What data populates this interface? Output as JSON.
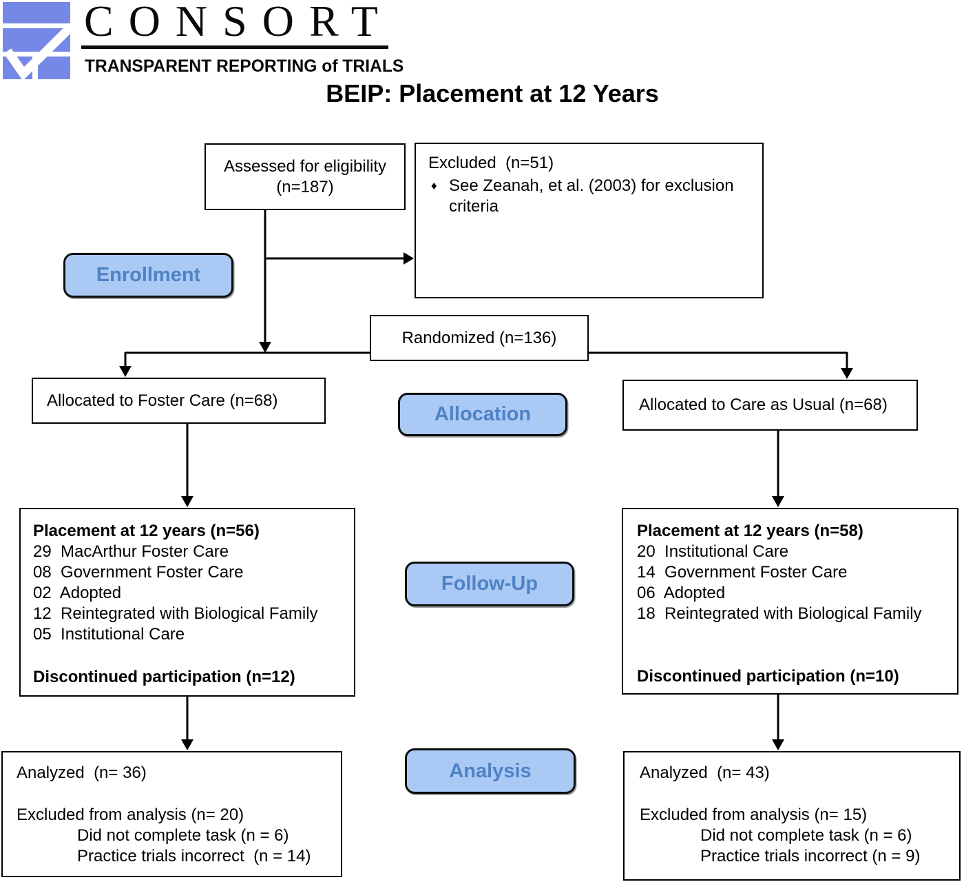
{
  "header": {
    "logo": {
      "brand": "CONSORT",
      "tagline": "TRANSPARENT REPORTING of TRIALS",
      "icon": "consort-checkmark-icon",
      "logo_blue": "#7688e5"
    },
    "title": "BEIP: Placement at 12 Years"
  },
  "stage_labels": {
    "enrollment": "Enrollment",
    "allocation": "Allocation",
    "followup": "Follow-Up",
    "analysis": "Analysis",
    "fill_color": "#aac9f4",
    "text_color": "#4e82c4"
  },
  "boxes": {
    "assessed": {
      "line1": "Assessed for eligibility",
      "line2": "(n=187)"
    },
    "excluded": {
      "title": "Excluded  (n=51)",
      "bullet": "♦",
      "item": "See Zeanah, et al. (2003) for exclusion criteria"
    },
    "randomized": {
      "text": "Randomized (n=136)"
    },
    "alloc_left": {
      "text": "Allocated to Foster Care (n=68)"
    },
    "alloc_right": {
      "text": "Allocated to Care as Usual (n=68)"
    },
    "followup_left": {
      "title": "Placement at 12 years (n=56)",
      "items": [
        "29  MacArthur Foster Care",
        "08  Government Foster Care",
        "02  Adopted",
        "12  Reintegrated with Biological Family",
        "05  Institutional Care"
      ],
      "footer": "Discontinued participation (n=12)"
    },
    "followup_right": {
      "title": "Placement at 12 years (n=58)",
      "items": [
        "20  Institutional Care",
        "14  Government Foster Care",
        "06  Adopted",
        "18  Reintegrated with Biological Family"
      ],
      "footer": "Discontinued participation (n=10)"
    },
    "analysis_left": {
      "analyzed": "Analyzed  (n= 36)",
      "excluded": "Excluded from analysis (n= 20)",
      "details": [
        "Did not complete task (n = 6)",
        "Practice trials incorrect  (n = 14)"
      ]
    },
    "analysis_right": {
      "analyzed": "Analyzed  (n= 43)",
      "excluded": "Excluded from analysis (n= 15)",
      "details": [
        "Did not complete task (n = 6)",
        "Practice trials incorrect (n = 9)"
      ]
    }
  }
}
